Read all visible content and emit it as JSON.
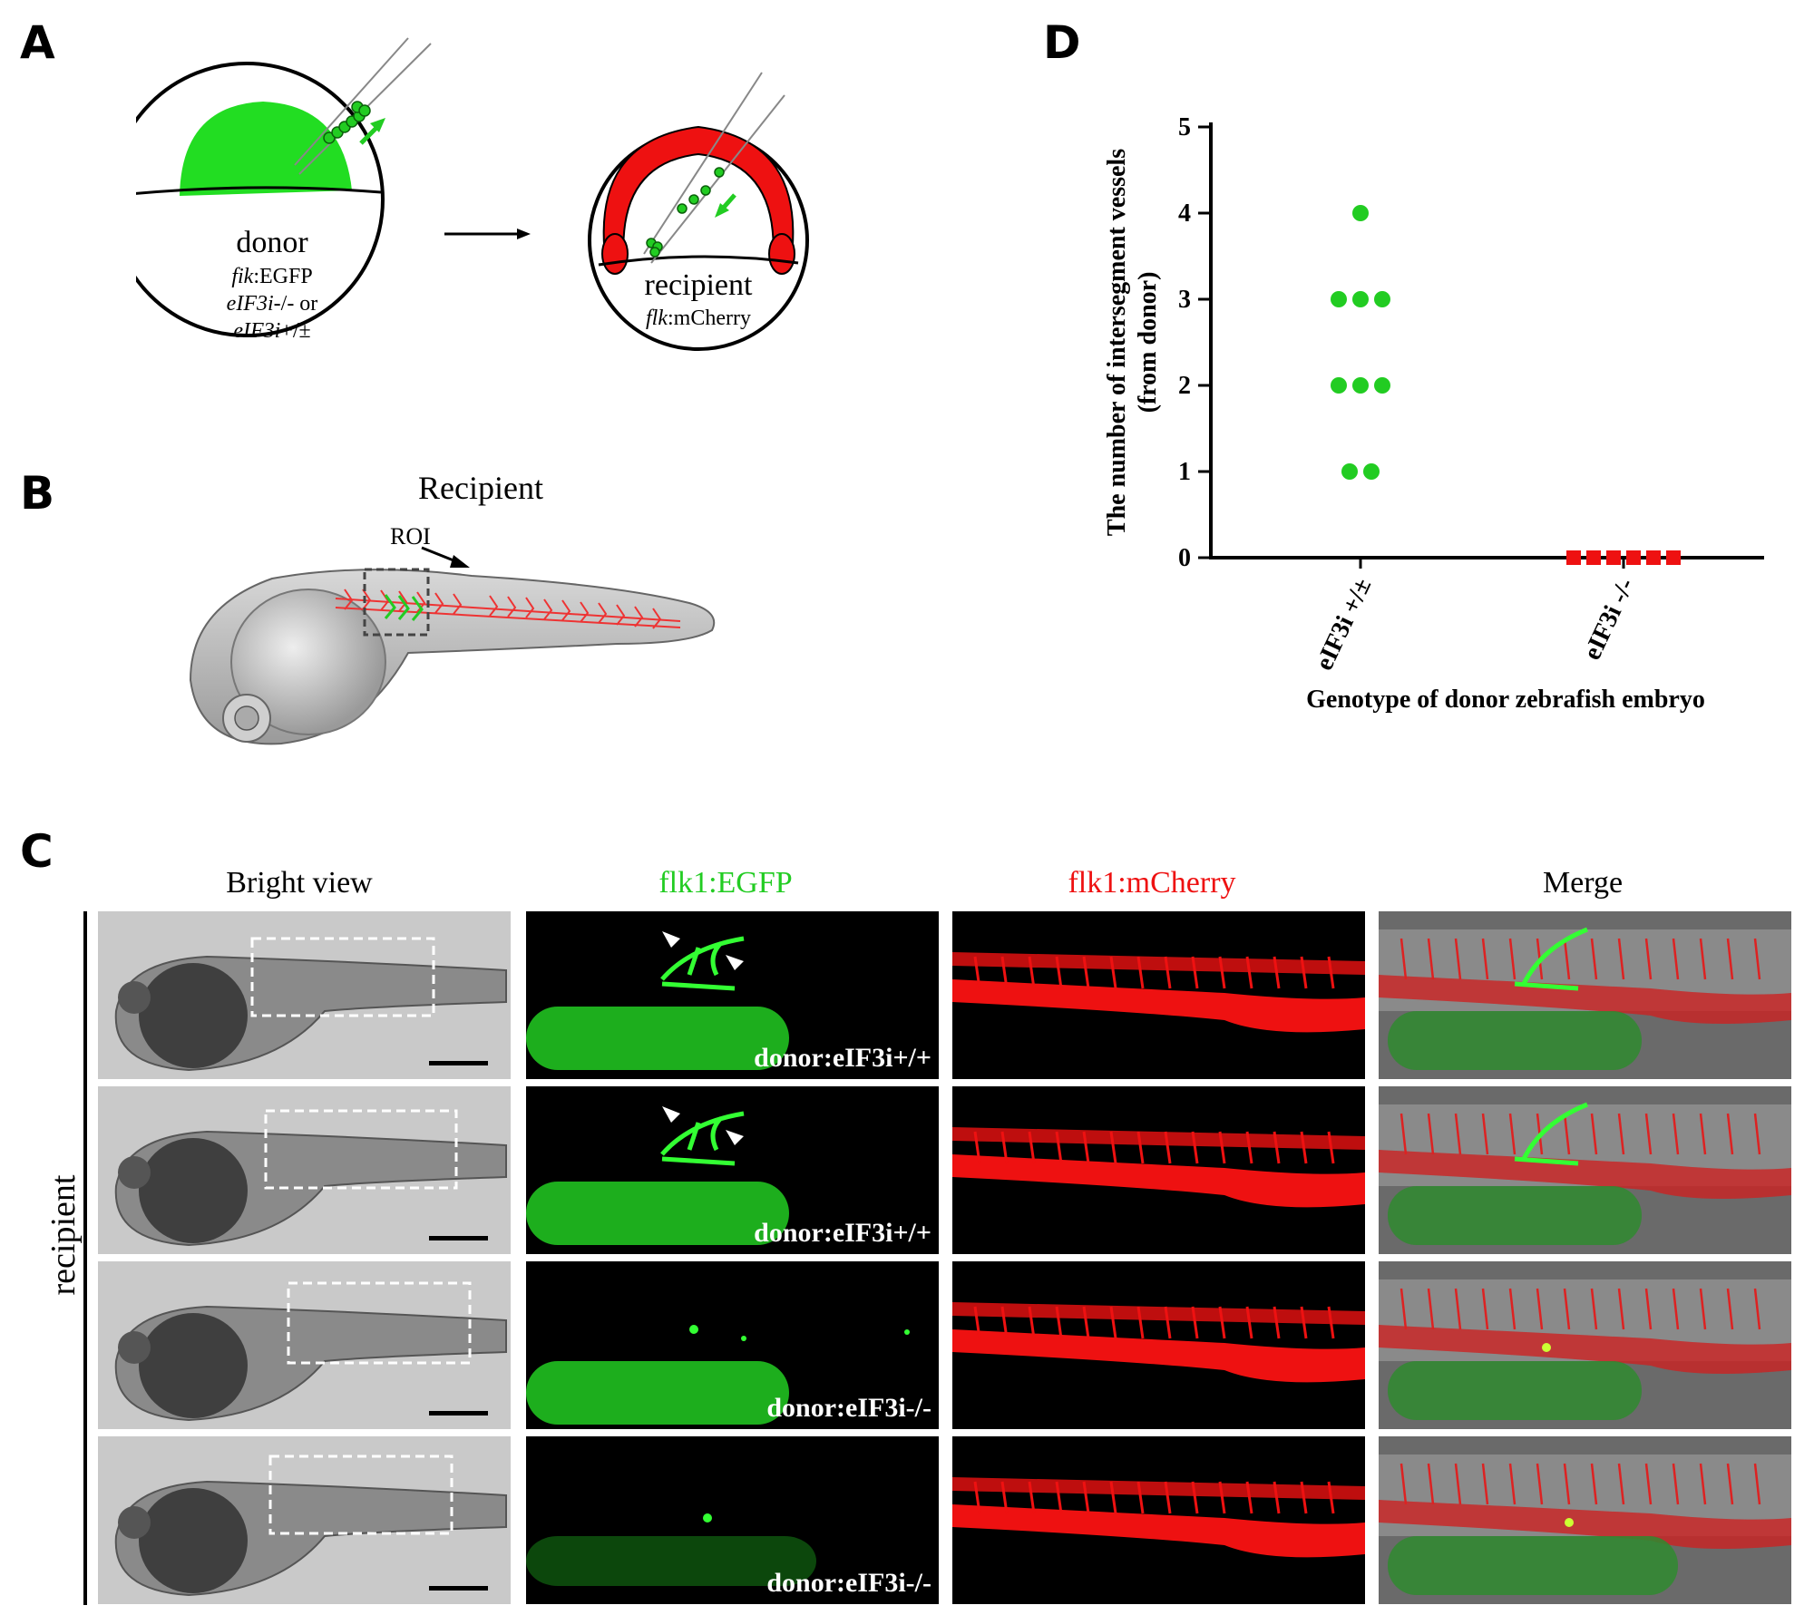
{
  "panels": {
    "A": {
      "letter": "A",
      "donor": {
        "title": "donor",
        "line1_italic": "fik",
        "line1_rest": ":EGFP",
        "line2_italic": "eIF3i",
        "line2_rest": "-/- or",
        "line3_italic": "eIF3i",
        "line3_rest": "+/±"
      },
      "recipient": {
        "title": "recipient",
        "line1_italic": "flk",
        "line1_rest": ":mCherry"
      }
    },
    "B": {
      "letter": "B",
      "title": "Recipient",
      "roi_label": "ROI"
    },
    "C": {
      "letter": "C",
      "row_label": "recipient",
      "columns": [
        "Bright view",
        "flk1:EGFP",
        "flk1:mCherry",
        "Merge"
      ],
      "donor_labels": [
        "donor:eIF3i+/+",
        "donor:eIF3i+/+",
        "donor:eIF3i-/-",
        "donor:eIF3i-/-"
      ]
    },
    "D": {
      "letter": "D"
    }
  },
  "colors": {
    "green": "#22cc22",
    "red": "#ee1111"
  },
  "chart_data": {
    "type": "scatter",
    "ylabel": "The number of intersegment vessels (from donor)",
    "xlabel": "Genotype of donor zebrafish embryo",
    "categories": [
      "eIF3i +/±",
      "eIF3i -/-"
    ],
    "ylim": [
      0,
      5
    ],
    "yticks": [
      "0",
      "1",
      "2",
      "3",
      "4",
      "5"
    ],
    "series": [
      {
        "category": "eIF3i +/±",
        "marker": "circle",
        "color": "#22cc22",
        "values": [
          4,
          3,
          3,
          3,
          2,
          2,
          2,
          1,
          1
        ]
      },
      {
        "category": "eIF3i -/-",
        "marker": "square",
        "color": "#ee1111",
        "values": [
          0,
          0,
          0,
          0,
          0,
          0
        ]
      }
    ]
  }
}
